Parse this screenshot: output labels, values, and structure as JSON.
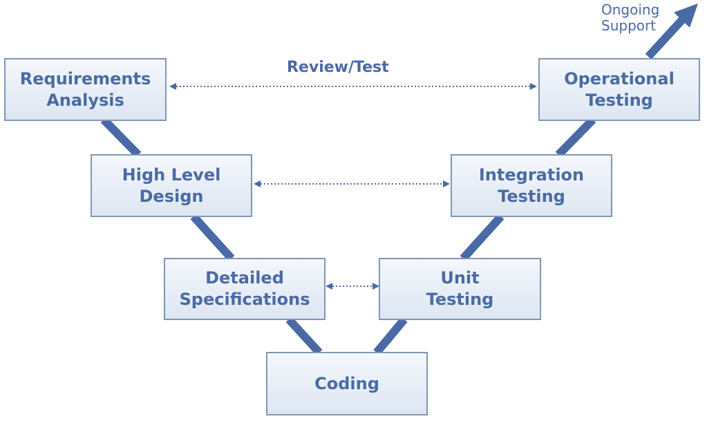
{
  "colors": {
    "accent": "#4a6aa5",
    "box_border": "#8096b8",
    "box_fill_top": "#f4f7fc",
    "box_fill_bottom": "#dde6f2"
  },
  "boxes": {
    "requirements": "Requirements\nAnalysis",
    "high_level": "High Level\nDesign",
    "detailed": "Detailed\nSpecifications",
    "coding": "Coding",
    "unit": "Unit\nTesting",
    "integration": "Integration\nTesting",
    "operational": "Operational\nTesting"
  },
  "labels": {
    "review_test": "Review/Test",
    "ongoing_support": "Ongoing\nSupport"
  }
}
